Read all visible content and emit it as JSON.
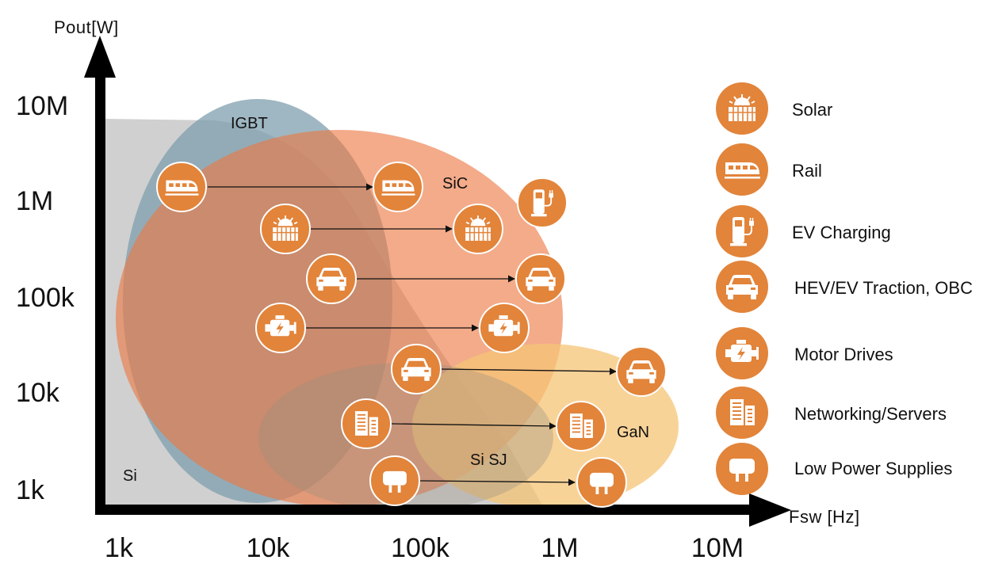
{
  "axes": {
    "y_label": "Pout[W]",
    "x_label": "Fsw [Hz]",
    "y_ticks": [
      "1k",
      "10k",
      "100k",
      "1M",
      "10M"
    ],
    "x_ticks": [
      "1k",
      "10k",
      "100k",
      "1M",
      "10M"
    ]
  },
  "regions": [
    {
      "key": "si",
      "label": "Si",
      "color": "#c8c8c8"
    },
    {
      "key": "igbt",
      "label": "IGBT",
      "color": "#7f9fae"
    },
    {
      "key": "sic",
      "label": "SiC",
      "color": "#ec7842"
    },
    {
      "key": "sisj",
      "label": "Si SJ",
      "color": "#9a8f82"
    },
    {
      "key": "gan",
      "label": "GaN",
      "color": "#f6c476"
    }
  ],
  "colors": {
    "icon_bg": "#e2843a",
    "icon_fg": "#ffffff",
    "axis": "#000000"
  },
  "legend": [
    {
      "icon": "solar-icon",
      "label": "Solar"
    },
    {
      "icon": "rail-icon",
      "label": "Rail"
    },
    {
      "icon": "ev-charging-icon",
      "label": "EV Charging"
    },
    {
      "icon": "car-icon",
      "label": "HEV/EV Traction, OBC"
    },
    {
      "icon": "motor-icon",
      "label": "Motor Drives"
    },
    {
      "icon": "server-icon",
      "label": "Networking/Servers"
    },
    {
      "icon": "power-supply-icon",
      "label": "Low Power Supplies"
    }
  ],
  "applications": [
    {
      "icon": "rail-icon",
      "name": "Rail"
    },
    {
      "icon": "solar-icon",
      "name": "Solar"
    },
    {
      "icon": "car-icon",
      "name": "HEV/EV Traction, OBC"
    },
    {
      "icon": "motor-icon",
      "name": "Motor Drives"
    },
    {
      "icon": "car-icon",
      "name": "HEV/EV Traction, OBC"
    },
    {
      "icon": "server-icon",
      "name": "Networking/Servers"
    },
    {
      "icon": "power-supply-icon",
      "name": "Low Power Supplies"
    },
    {
      "icon": "ev-charging-icon",
      "name": "EV Charging"
    }
  ]
}
